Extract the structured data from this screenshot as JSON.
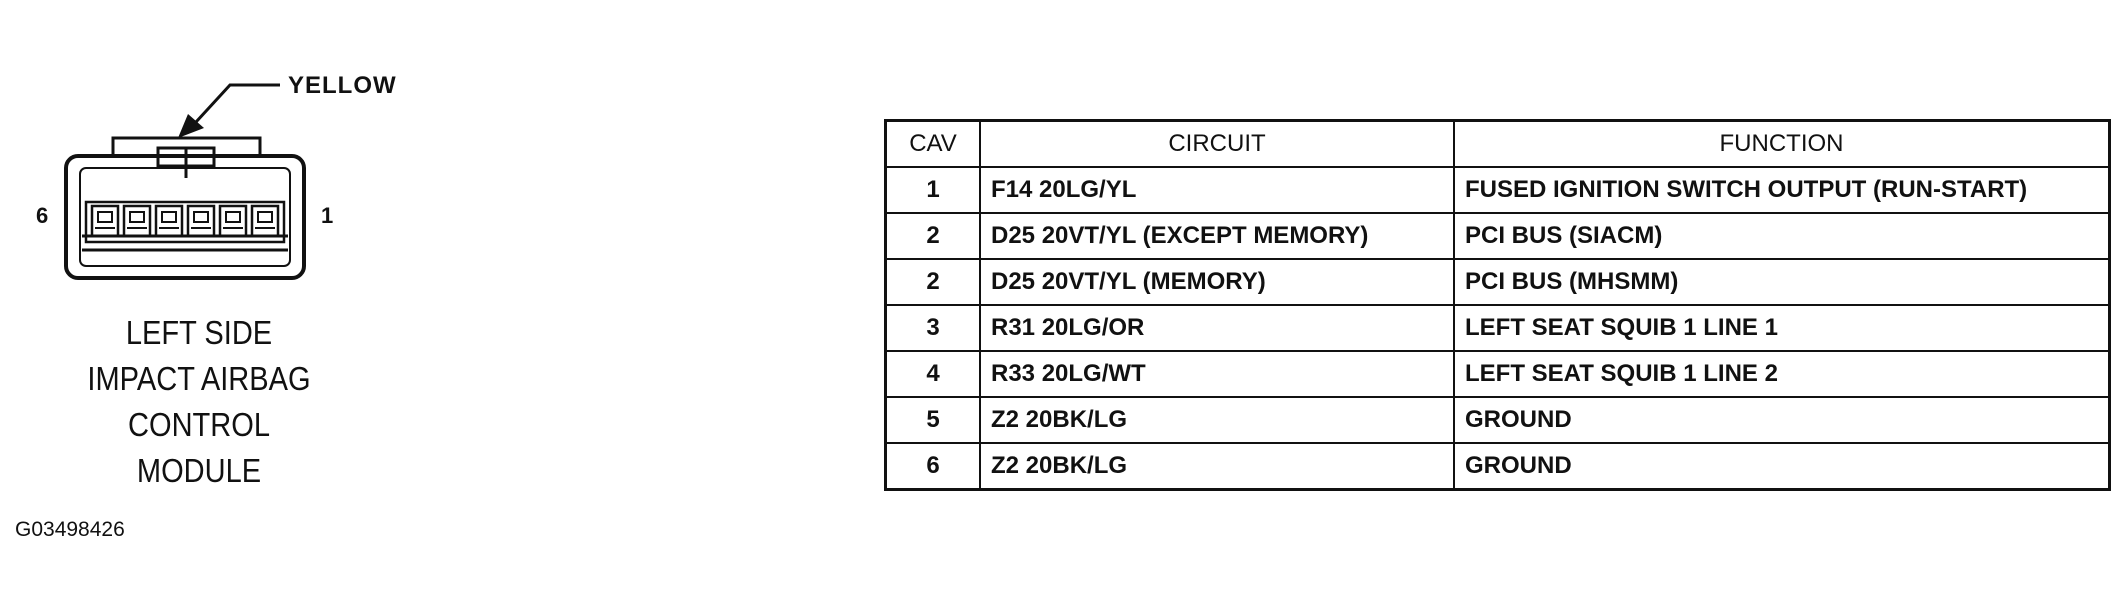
{
  "connector": {
    "color_callout": "YELLOW",
    "pin_left": "6",
    "pin_right": "1",
    "name_lines": [
      "LEFT SIDE",
      "IMPACT AIRBAG",
      "CONTROL",
      "MODULE"
    ]
  },
  "figure_id": "G03498426",
  "table": {
    "headers": {
      "cav": "CAV",
      "circuit": "CIRCUIT",
      "function": "FUNCTION"
    },
    "rows": [
      {
        "cav": "1",
        "circuit": "F14 20LG/YL",
        "function": "FUSED IGNITION SWITCH OUTPUT (RUN-START)"
      },
      {
        "cav": "2",
        "circuit": "D25 20VT/YL (EXCEPT MEMORY)",
        "function": "PCI BUS (SIACM)"
      },
      {
        "cav": "2",
        "circuit": "D25 20VT/YL (MEMORY)",
        "function": "PCI BUS (MHSMM)"
      },
      {
        "cav": "3",
        "circuit": "R31 20LG/OR",
        "function": "LEFT SEAT SQUIB 1 LINE 1"
      },
      {
        "cav": "4",
        "circuit": "R33 20LG/WT",
        "function": "LEFT SEAT SQUIB 1 LINE 2"
      },
      {
        "cav": "5",
        "circuit": "Z2 20BK/LG",
        "function": "GROUND"
      },
      {
        "cav": "6",
        "circuit": "Z2 20BK/LG",
        "function": "GROUND"
      }
    ]
  }
}
